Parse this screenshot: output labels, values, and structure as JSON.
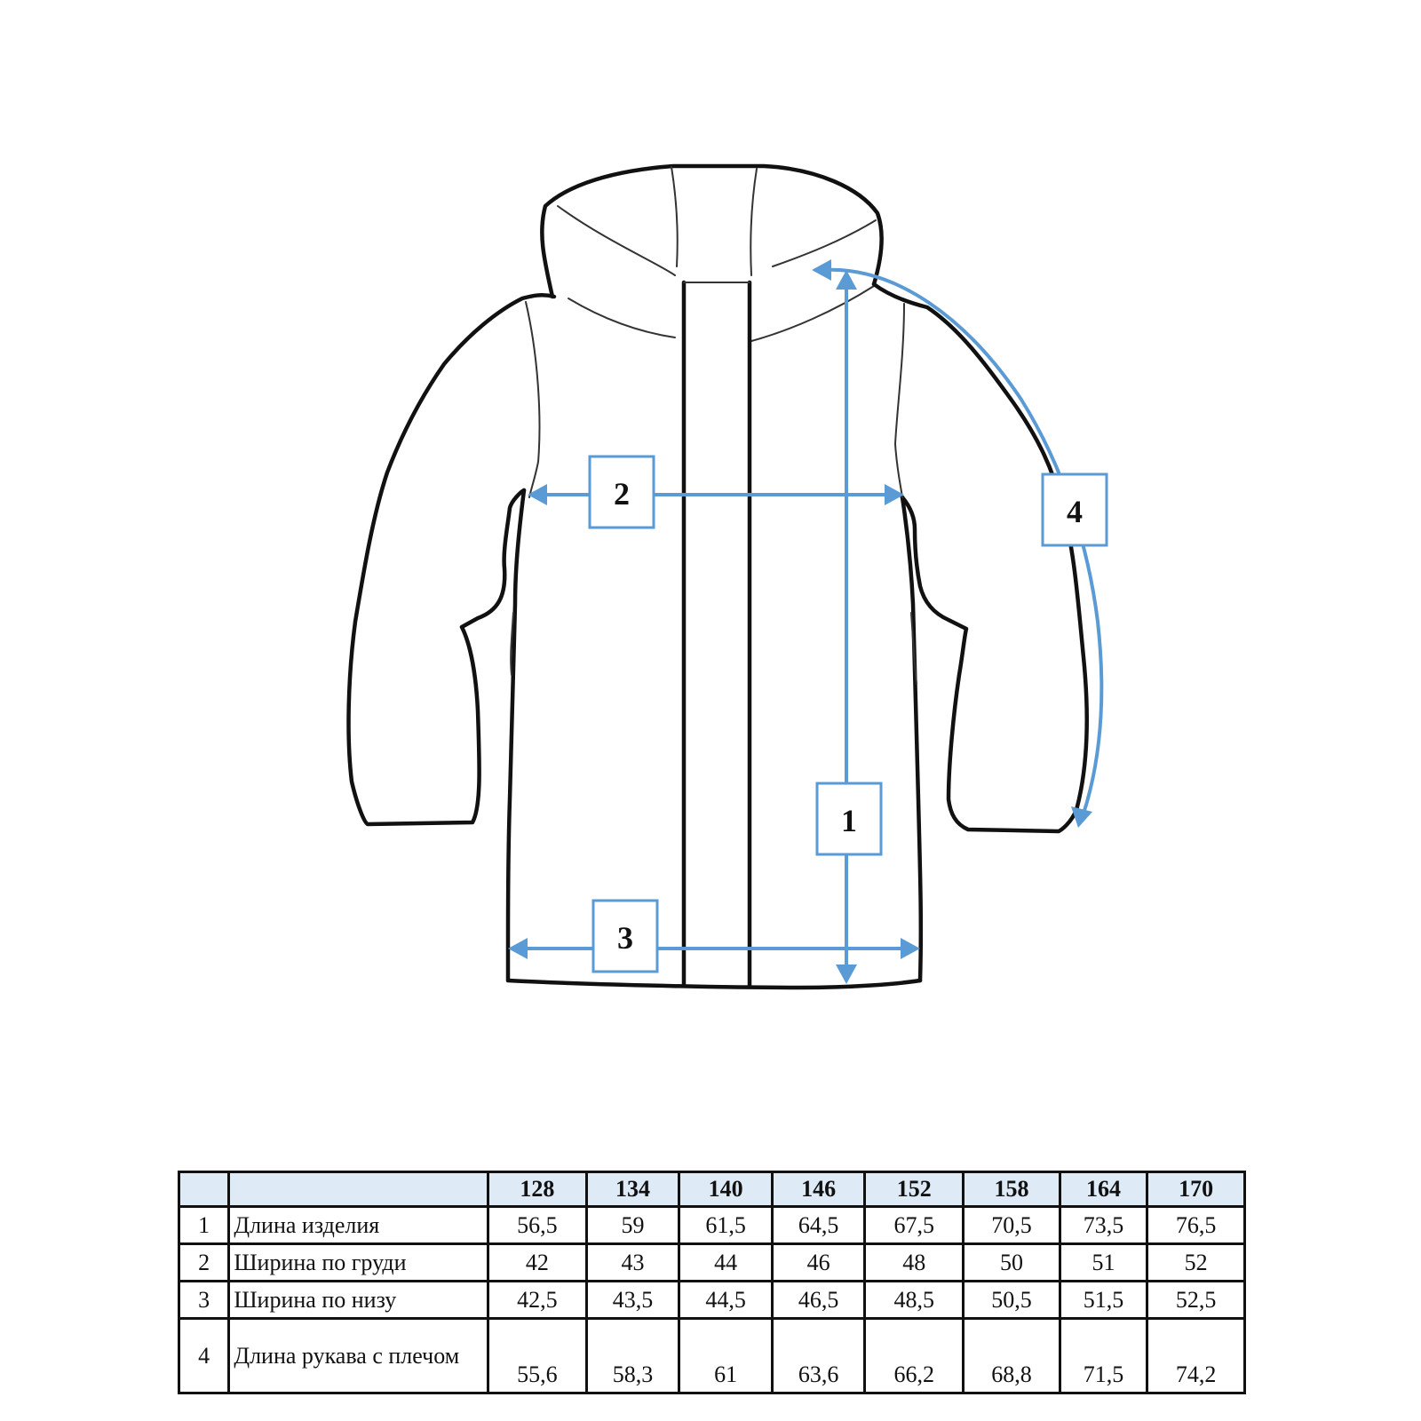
{
  "diagram": {
    "labels": [
      "1",
      "2",
      "3",
      "4"
    ],
    "accent_color": "#5b9bd5"
  },
  "table": {
    "header_color": "#deebf7",
    "sizes": [
      "128",
      "134",
      "140",
      "146",
      "152",
      "158",
      "164",
      "170"
    ],
    "rows": [
      {
        "num": "1",
        "name": "Длина изделия",
        "values": [
          "56,5",
          "59",
          "61,5",
          "64,5",
          "67,5",
          "70,5",
          "73,5",
          "76,5"
        ]
      },
      {
        "num": "2",
        "name": "Ширина по груди",
        "values": [
          "42",
          "43",
          "44",
          "46",
          "48",
          "50",
          "51",
          "52"
        ]
      },
      {
        "num": "3",
        "name": "Ширина по низу",
        "values": [
          "42,5",
          "43,5",
          "44,5",
          "46,5",
          "48,5",
          "50,5",
          "51,5",
          "52,5"
        ]
      },
      {
        "num": "4",
        "name": "Длина рукава с плечом",
        "values": [
          "55,6",
          "58,3",
          "61",
          "63,6",
          "66,2",
          "68,8",
          "71,5",
          "74,2"
        ]
      }
    ]
  }
}
